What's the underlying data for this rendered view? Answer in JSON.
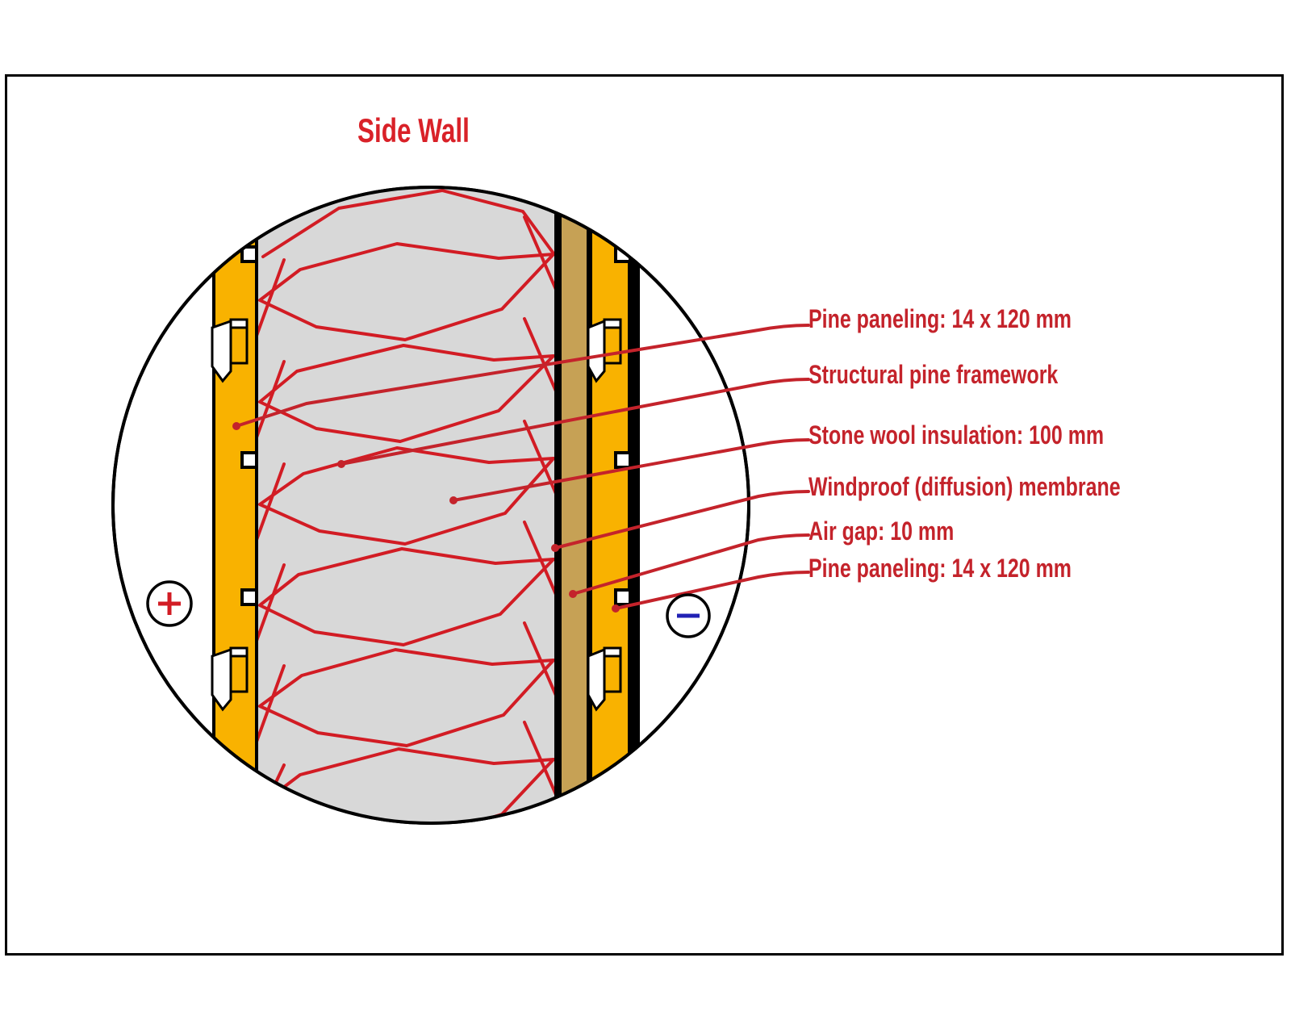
{
  "title": "Side Wall",
  "diagram": {
    "type": "wall cross-section detail",
    "labels": [
      {
        "text": "Pine paneling: 14 x 120 mm"
      },
      {
        "text": "Structural pine framework"
      },
      {
        "text": "Stone wool insulation: 100 mm"
      },
      {
        "text": "Windproof (diffusion) membrane"
      },
      {
        "text": "Air gap: 10 mm"
      },
      {
        "text": "Pine paneling: 14 x 120 mm"
      }
    ],
    "markers": {
      "positive": "+",
      "negative": "−"
    },
    "colors": {
      "label_red": "#c4232b",
      "title_red": "#d92128",
      "line_red": "#d21c24",
      "panel_yellow": "#f9b200",
      "batten_tan": "#c6a155",
      "insulation_gray": "#d8d8d8",
      "membrane_black": "#000000",
      "minus_blue": "#2121b4"
    }
  }
}
